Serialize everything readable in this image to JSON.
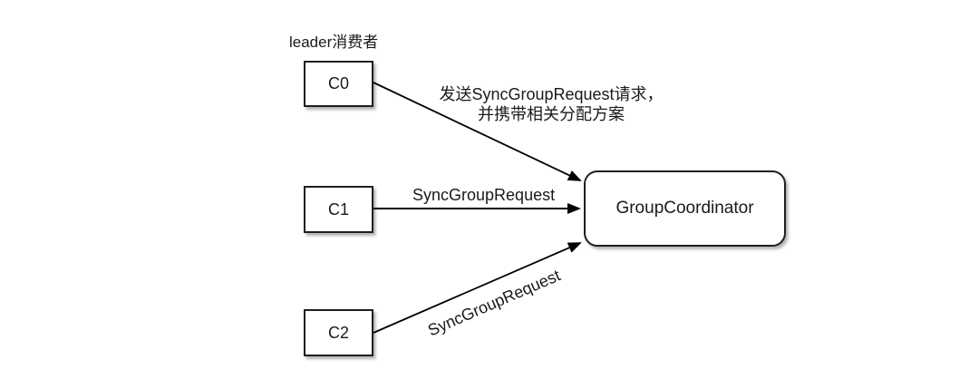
{
  "diagram": {
    "leader_label": "leader消费者",
    "nodes": {
      "c0": "C0",
      "c1": "C1",
      "c2": "C2",
      "coordinator": "GroupCoordinator"
    },
    "edges": {
      "c0": {
        "label_line1": "发送SyncGroupRequest请求，",
        "label_line2": "并携带相关分配方案"
      },
      "c1": {
        "label": "SyncGroupRequest"
      },
      "c2": {
        "label": "SyncGroupRequest"
      }
    },
    "colors": {
      "background": "#ffffff",
      "node_fill": "#ffffff",
      "node_border": "#1f1f1f",
      "arrow": "#000000",
      "text": "#1a1a1a"
    }
  }
}
